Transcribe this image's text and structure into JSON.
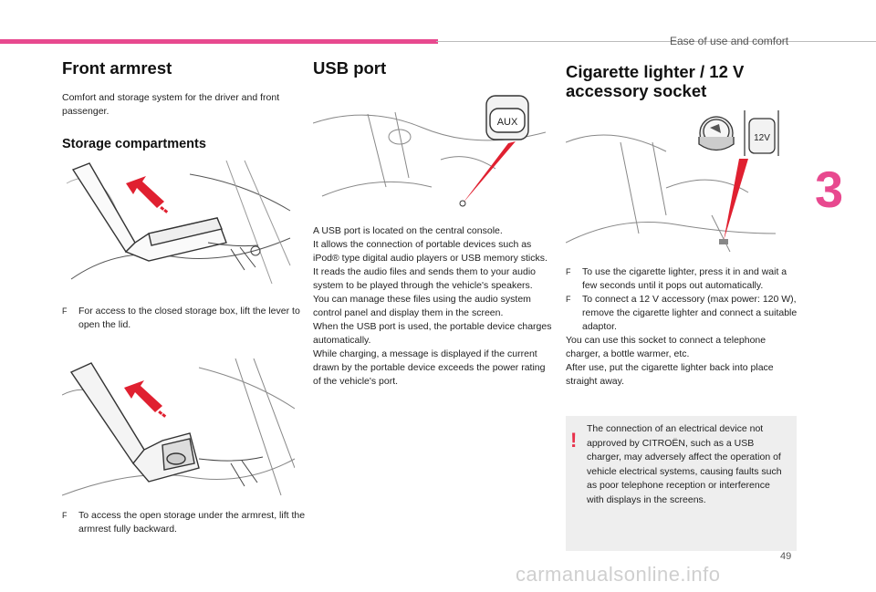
{
  "header": {
    "section_title": "Ease of use and comfort",
    "chapter_number": "3",
    "page_number": "49",
    "watermark": "carmanualsonline.info"
  },
  "front_armrest": {
    "title": "Front armrest",
    "intro": "Comfort and storage system for the driver and front passenger.",
    "storage_heading": "Storage compartments",
    "bullet_1": "For access to the closed storage box, lift the lever to open the lid.",
    "bullet_2": "To access the open storage under the armrest, lift the armrest fully backward."
  },
  "usb_port": {
    "title": "USB port",
    "aux_label": "AUX",
    "p1": "A USB port is located on the central console.",
    "p2": "It allows the connection of portable devices such as iPod® type digital audio players or USB memory sticks.",
    "p3": "It reads the audio files and sends them to your audio system to be played through the vehicle's speakers.",
    "p4": "You can manage these files using the audio system control panel and display them in the screen.",
    "p5": "When the USB port is used, the portable device charges automatically.",
    "p6": "While charging, a message is displayed if the current drawn by the portable device exceeds the power rating of the vehicle's port."
  },
  "cigarette": {
    "title_line1": "Cigarette lighter / 12 V",
    "title_line2": "accessory socket",
    "socket_label": "12V",
    "bullet_1": "To use the cigarette lighter, press it in and wait a few seconds until it pops out automatically.",
    "bullet_2": "To connect a 12 V accessory (max power: 120 W), remove the cigarette lighter and connect a suitable adaptor.",
    "p1": "You can use this socket to connect a telephone charger, a bottle warmer, etc.",
    "p2": "After use, put the cigarette lighter back into place straight away.",
    "warning_mark": "!",
    "warning_text": "The connection of an electrical device not approved by CITROËN, such as a USB charger, may adversely affect the operation of vehicle electrical systems, causing faults such as poor telephone reception or interference with displays in the screens."
  },
  "bullet_marker": "F",
  "colors": {
    "accent_pink": "#e8498f",
    "warning_red": "#e8304a",
    "arrow_red": "#e02030"
  }
}
